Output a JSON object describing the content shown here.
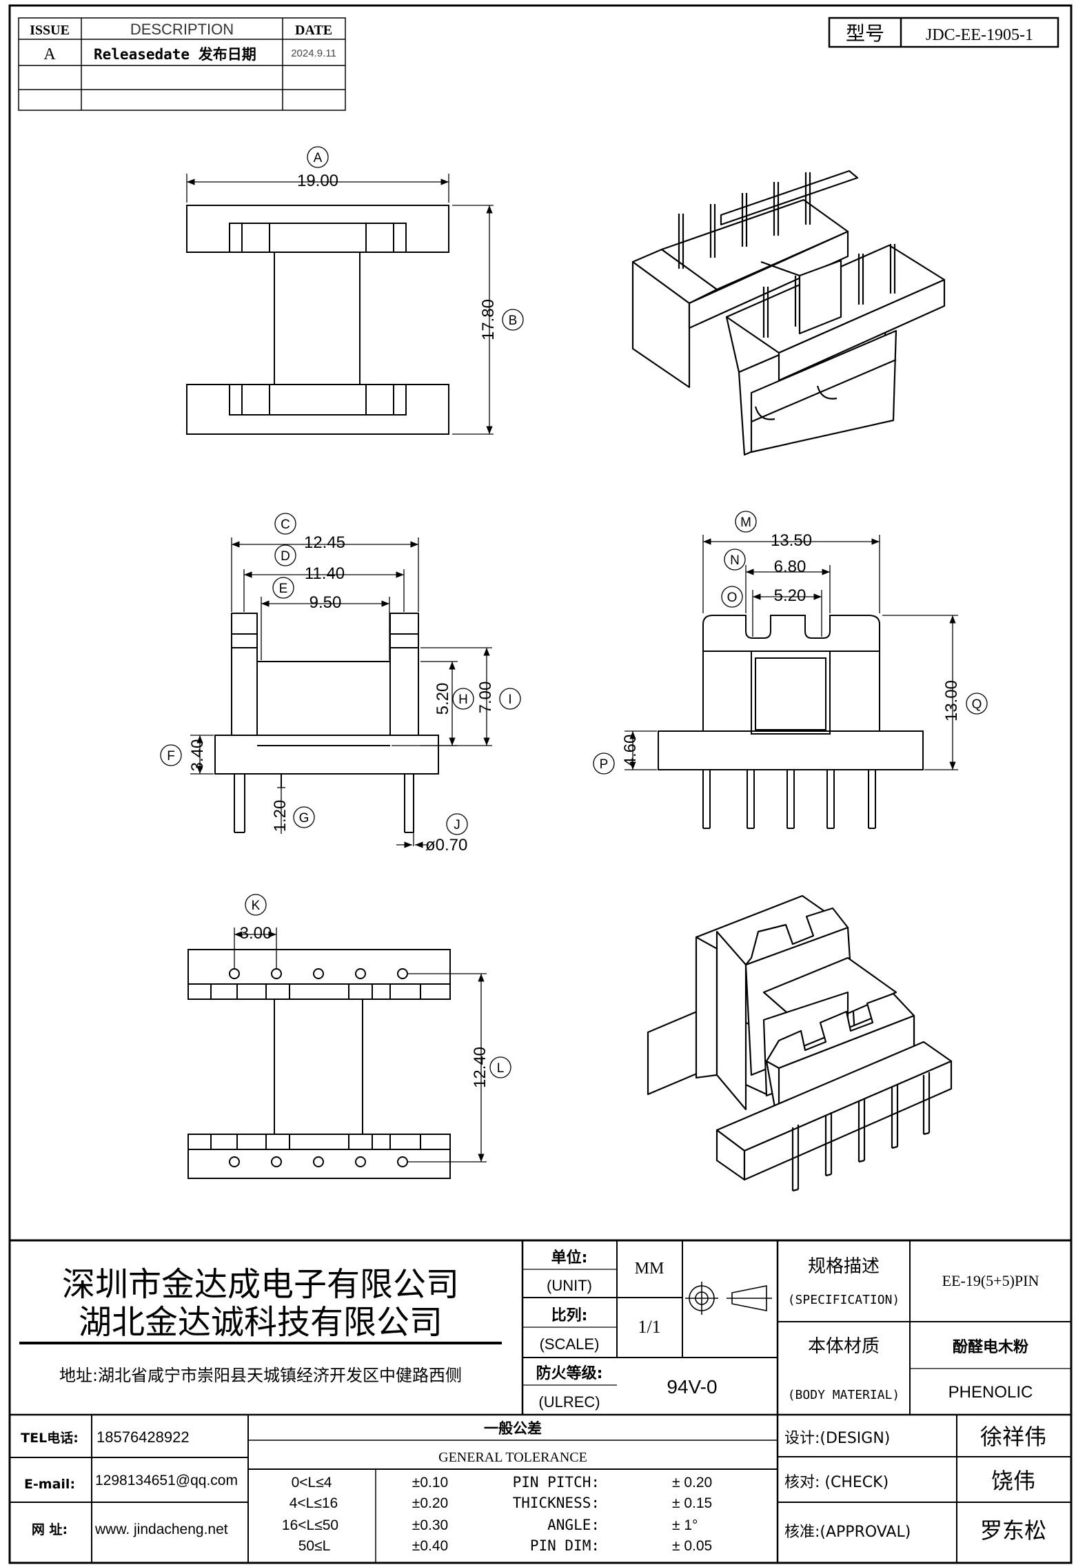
{
  "revision_table": {
    "headers": {
      "issue": "ISSUE",
      "description": "DESCRIPTION",
      "date": "DATE"
    },
    "rows": [
      {
        "issue": "A",
        "description": "Releasedate 发布日期",
        "date": "2024.9.11"
      }
    ]
  },
  "model_box": {
    "label": "型号",
    "value": "JDC-EE-1905-1"
  },
  "dimensions": {
    "A": {
      "letter": "A",
      "value": "19.00"
    },
    "B": {
      "letter": "B",
      "value": "17.80"
    },
    "C": {
      "letter": "C",
      "value": "12.45"
    },
    "D": {
      "letter": "D",
      "value": "11.40"
    },
    "E": {
      "letter": "E",
      "value": "9.50"
    },
    "F": {
      "letter": "F",
      "value": "3.40"
    },
    "G": {
      "letter": "G",
      "value": "1.20"
    },
    "H": {
      "letter": "H",
      "value": "5.20"
    },
    "I": {
      "letter": "I",
      "value": "7.00"
    },
    "J": {
      "letter": "J",
      "value": "ø0.70"
    },
    "K": {
      "letter": "K",
      "value": "3.00"
    },
    "L": {
      "letter": "L",
      "value": "12.40"
    },
    "M": {
      "letter": "M",
      "value": "13.50"
    },
    "N": {
      "letter": "N",
      "value": "6.80"
    },
    "O": {
      "letter": "O",
      "value": "5.20"
    },
    "P": {
      "letter": "P",
      "value": "4.60"
    },
    "Q": {
      "letter": "Q",
      "value": "13.00"
    }
  },
  "title_block": {
    "company_1": "深圳市金达成电子有限公司",
    "company_2": "湖北金达诚科技有限公司",
    "address": "地址:湖北省咸宁市崇阳县天城镇经济开发区中健路西侧",
    "unit_label_cn": "单位:",
    "unit_label_en": "(UNIT)",
    "unit_value": "MM",
    "scale_label_cn": "比列:",
    "scale_label_en": "(SCALE)",
    "scale_value": "1/1",
    "ulrec_label_cn": "防火等级:",
    "ulrec_label_en": "(ULREC)",
    "ulrec_value": "94V-0",
    "spec_label_cn": "规格描述",
    "spec_label_en": "(SPECIFICATION)",
    "spec_value": "EE-19(5+5)PIN",
    "material_label_cn": "本体材质",
    "material_label_en": "(BODY MATERIAL)",
    "material_value_cn": "酚醛电木粉",
    "material_value_en": "PHENOLIC",
    "tel_label": "TEL电话:",
    "tel_value": "18576428922",
    "email_label": "E-mail:",
    "email_value": "1298134651@qq.com",
    "web_label": "网  址:",
    "web_value": "www. jindacheng.net",
    "tolerance_title_cn": "一般公差",
    "tolerance_title_en": "GENERAL TOLERANCE",
    "tolerance_ranges": [
      {
        "range": "0<L≤4",
        "tol": "±0.10"
      },
      {
        "range": "4<L≤16",
        "tol": "±0.20"
      },
      {
        "range": "16<L≤50",
        "tol": "±0.30"
      },
      {
        "range": "50≤L",
        "tol": "±0.40"
      }
    ],
    "tolerance_items": [
      {
        "name": "PIN PITCH:",
        "value": "±  0.20"
      },
      {
        "name": "THICKNESS:",
        "value": "±  0.15"
      },
      {
        "name": "ANGLE:",
        "value": "±  1°"
      },
      {
        "name": "PIN DIM:",
        "value": "±  0.05"
      }
    ],
    "design_label": "设计:(DESIGN)",
    "design_value": "徐祥伟",
    "check_label": "核对: (CHECK)",
    "check_value": "饶伟",
    "approval_label": "核准:(APPROVAL)",
    "approval_value": "罗东松"
  }
}
